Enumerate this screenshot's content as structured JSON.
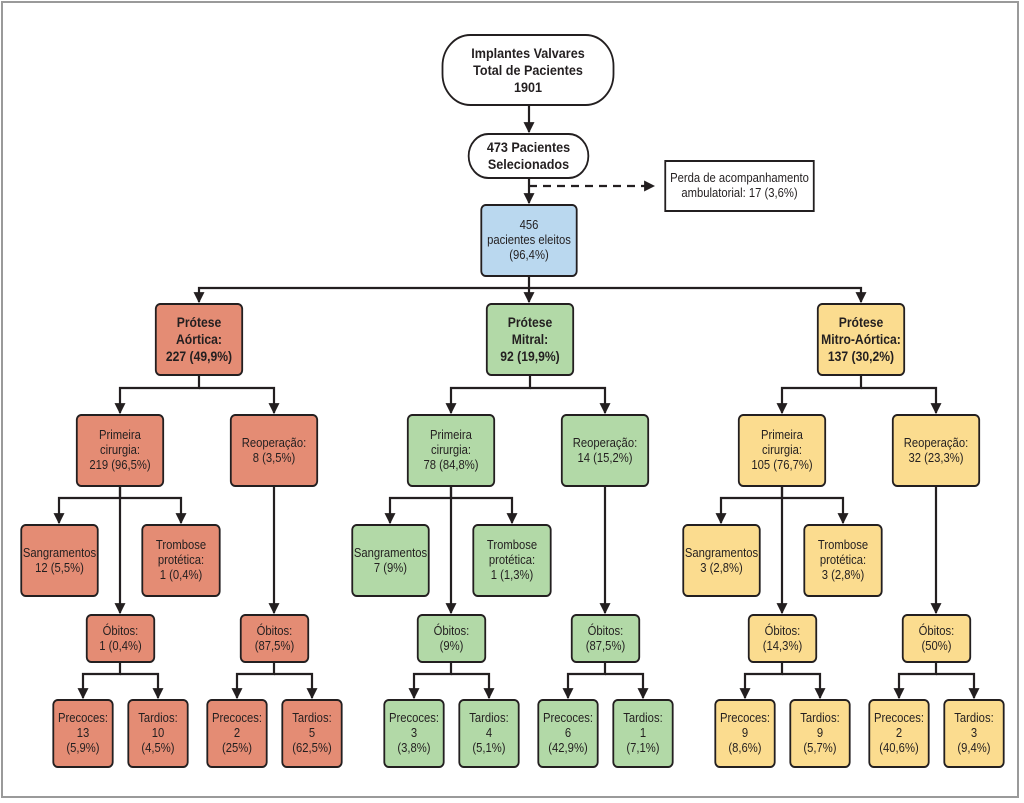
{
  "diagram": {
    "colors": {
      "total": "#ffffff",
      "eligible": "#bad8ef",
      "aortic": "#e48c74",
      "mitral": "#b2d9a7",
      "mitro_aortic": "#fbdc8f",
      "line": "#231f20",
      "frame": "#9a9a9a"
    },
    "total": [
      "Implantes Valvares",
      "Total de Pacientes",
      "1901"
    ],
    "selected": [
      "473 Pacientes",
      "Selecionados"
    ],
    "lost": [
      "Perda de acompanhamento",
      "ambulatorial: 17 (3,6%)"
    ],
    "eligible": [
      "456",
      "pacientes eleitos",
      "(96,4%)"
    ],
    "groups": [
      {
        "title": [
          "Prótese",
          "Aórtica:",
          "227 (49,9%)"
        ],
        "first": [
          "Primeira",
          "cirurgia:",
          "219 (96,5%)"
        ],
        "reop": [
          "Reoperação:",
          "8 (3,5%)"
        ],
        "bleeding": [
          "Sangramentos",
          "12 (5,5%)"
        ],
        "thrombosis": [
          "Trombose",
          "protética:",
          "1 (0,4%)"
        ],
        "first_deaths": [
          "Óbitos:",
          "1 (0,4%)"
        ],
        "reop_deaths": [
          "Óbitos:",
          "(87,5%)"
        ],
        "first_early": [
          "Precoces:",
          "13",
          "(5,9%)"
        ],
        "first_late": [
          "Tardios:",
          "10",
          "(4,5%)"
        ],
        "reop_early": [
          "Precoces:",
          "2",
          "(25%)"
        ],
        "reop_late": [
          "Tardios:",
          "5",
          "(62,5%)"
        ]
      },
      {
        "title": [
          "Prótese",
          "Mitral:",
          "92 (19,9%)"
        ],
        "first": [
          "Primeira",
          "cirurgia:",
          "78 (84,8%)"
        ],
        "reop": [
          "Reoperação:",
          "14 (15,2%)"
        ],
        "bleeding": [
          "Sangramentos",
          "7 (9%)"
        ],
        "thrombosis": [
          "Trombose",
          "protética:",
          "1 (1,3%)"
        ],
        "first_deaths": [
          "Óbitos:",
          "(9%)"
        ],
        "reop_deaths": [
          "Óbitos:",
          "(87,5%)"
        ],
        "first_early": [
          "Precoces:",
          "3",
          "(3,8%)"
        ],
        "first_late": [
          "Tardios:",
          "4",
          "(5,1%)"
        ],
        "reop_early": [
          "Precoces:",
          "6",
          "(42,9%)"
        ],
        "reop_late": [
          "Tardios:",
          "1",
          "(7,1%)"
        ]
      },
      {
        "title": [
          "Prótese",
          "Mitro-Aórtica:",
          "137 (30,2%)"
        ],
        "first": [
          "Primeira",
          "cirurgia:",
          "105 (76,7%)"
        ],
        "reop": [
          "Reoperação:",
          "32 (23,3%)"
        ],
        "bleeding": [
          "Sangramentos",
          "3 (2,8%)"
        ],
        "thrombosis": [
          "Trombose",
          "protética:",
          "3 (2,8%)"
        ],
        "first_deaths": [
          "Óbitos:",
          "(14,3%)"
        ],
        "reop_deaths": [
          "Óbitos:",
          "(50%)"
        ],
        "first_early": [
          "Precoces:",
          "9",
          "(8,6%)"
        ],
        "first_late": [
          "Tardios:",
          "9",
          "(5,7%)"
        ],
        "reop_early": [
          "Precoces:",
          "2",
          "(40,6%)"
        ],
        "reop_late": [
          "Tardios:",
          "3",
          "(9,4%)"
        ]
      }
    ]
  }
}
